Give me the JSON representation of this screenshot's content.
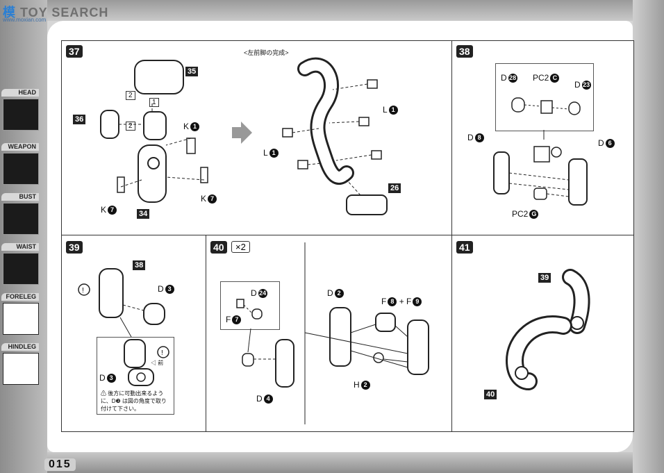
{
  "watermark": {
    "brand_part1": "模",
    "brand_part2": "TOY SEARCH",
    "url": "www.moxian.com"
  },
  "sidebar": {
    "tabs": [
      {
        "label": "HEAD",
        "active": false
      },
      {
        "label": "WEAPON",
        "active": false
      },
      {
        "label": "BUST",
        "active": false
      },
      {
        "label": "WAIST",
        "active": false
      },
      {
        "label": "FORELEG",
        "active": true
      },
      {
        "label": "HINDLEG",
        "active": true
      }
    ]
  },
  "page_number": "015",
  "steps": {
    "s37": {
      "number": "37",
      "caption": "<左前脚の完成>",
      "parts": [
        "35",
        "36",
        "34",
        "26"
      ],
      "labels": {
        "k1": "K",
        "k1n": "1",
        "k7a": "K",
        "k7an": "7",
        "k7b": "K",
        "k7bn": "7",
        "l1a": "L",
        "l1an": "1",
        "l1b": "L",
        "l1bn": "1",
        "seq1": "1",
        "seq2a": "2",
        "seq2b": "2"
      }
    },
    "s38": {
      "number": "38",
      "labels": {
        "d28": "D",
        "d28n": "28",
        "pc2c": "PC2",
        "pc2cn": "C",
        "d23": "D",
        "d23n": "23",
        "d8": "D",
        "d8n": "8",
        "d6": "D",
        "d6n": "6",
        "pc2g": "PC2",
        "pc2gn": "G"
      }
    },
    "s39": {
      "number": "39",
      "parts": [
        "38"
      ],
      "labels": {
        "d3a": "D",
        "d3an": "3",
        "d3b": "D",
        "d3bn": "3",
        "side": "◁ 前"
      },
      "note": "⚠ 後方に可動出来るように、D❸ は図の角度で取り付けて下さい。"
    },
    "s40": {
      "number": "40",
      "multiplier": "×2",
      "labels": {
        "d24": "D",
        "d24n": "24",
        "f7": "F",
        "f7n": "7",
        "d4": "D",
        "d4n": "4",
        "d2": "D",
        "d2n": "2",
        "f8": "F",
        "f8n": "8",
        "plus": "+",
        "f9": "F",
        "f9n": "9",
        "h2": "H",
        "h2n": "2"
      }
    },
    "s41": {
      "number": "41",
      "parts": [
        "39",
        "40"
      ]
    }
  }
}
